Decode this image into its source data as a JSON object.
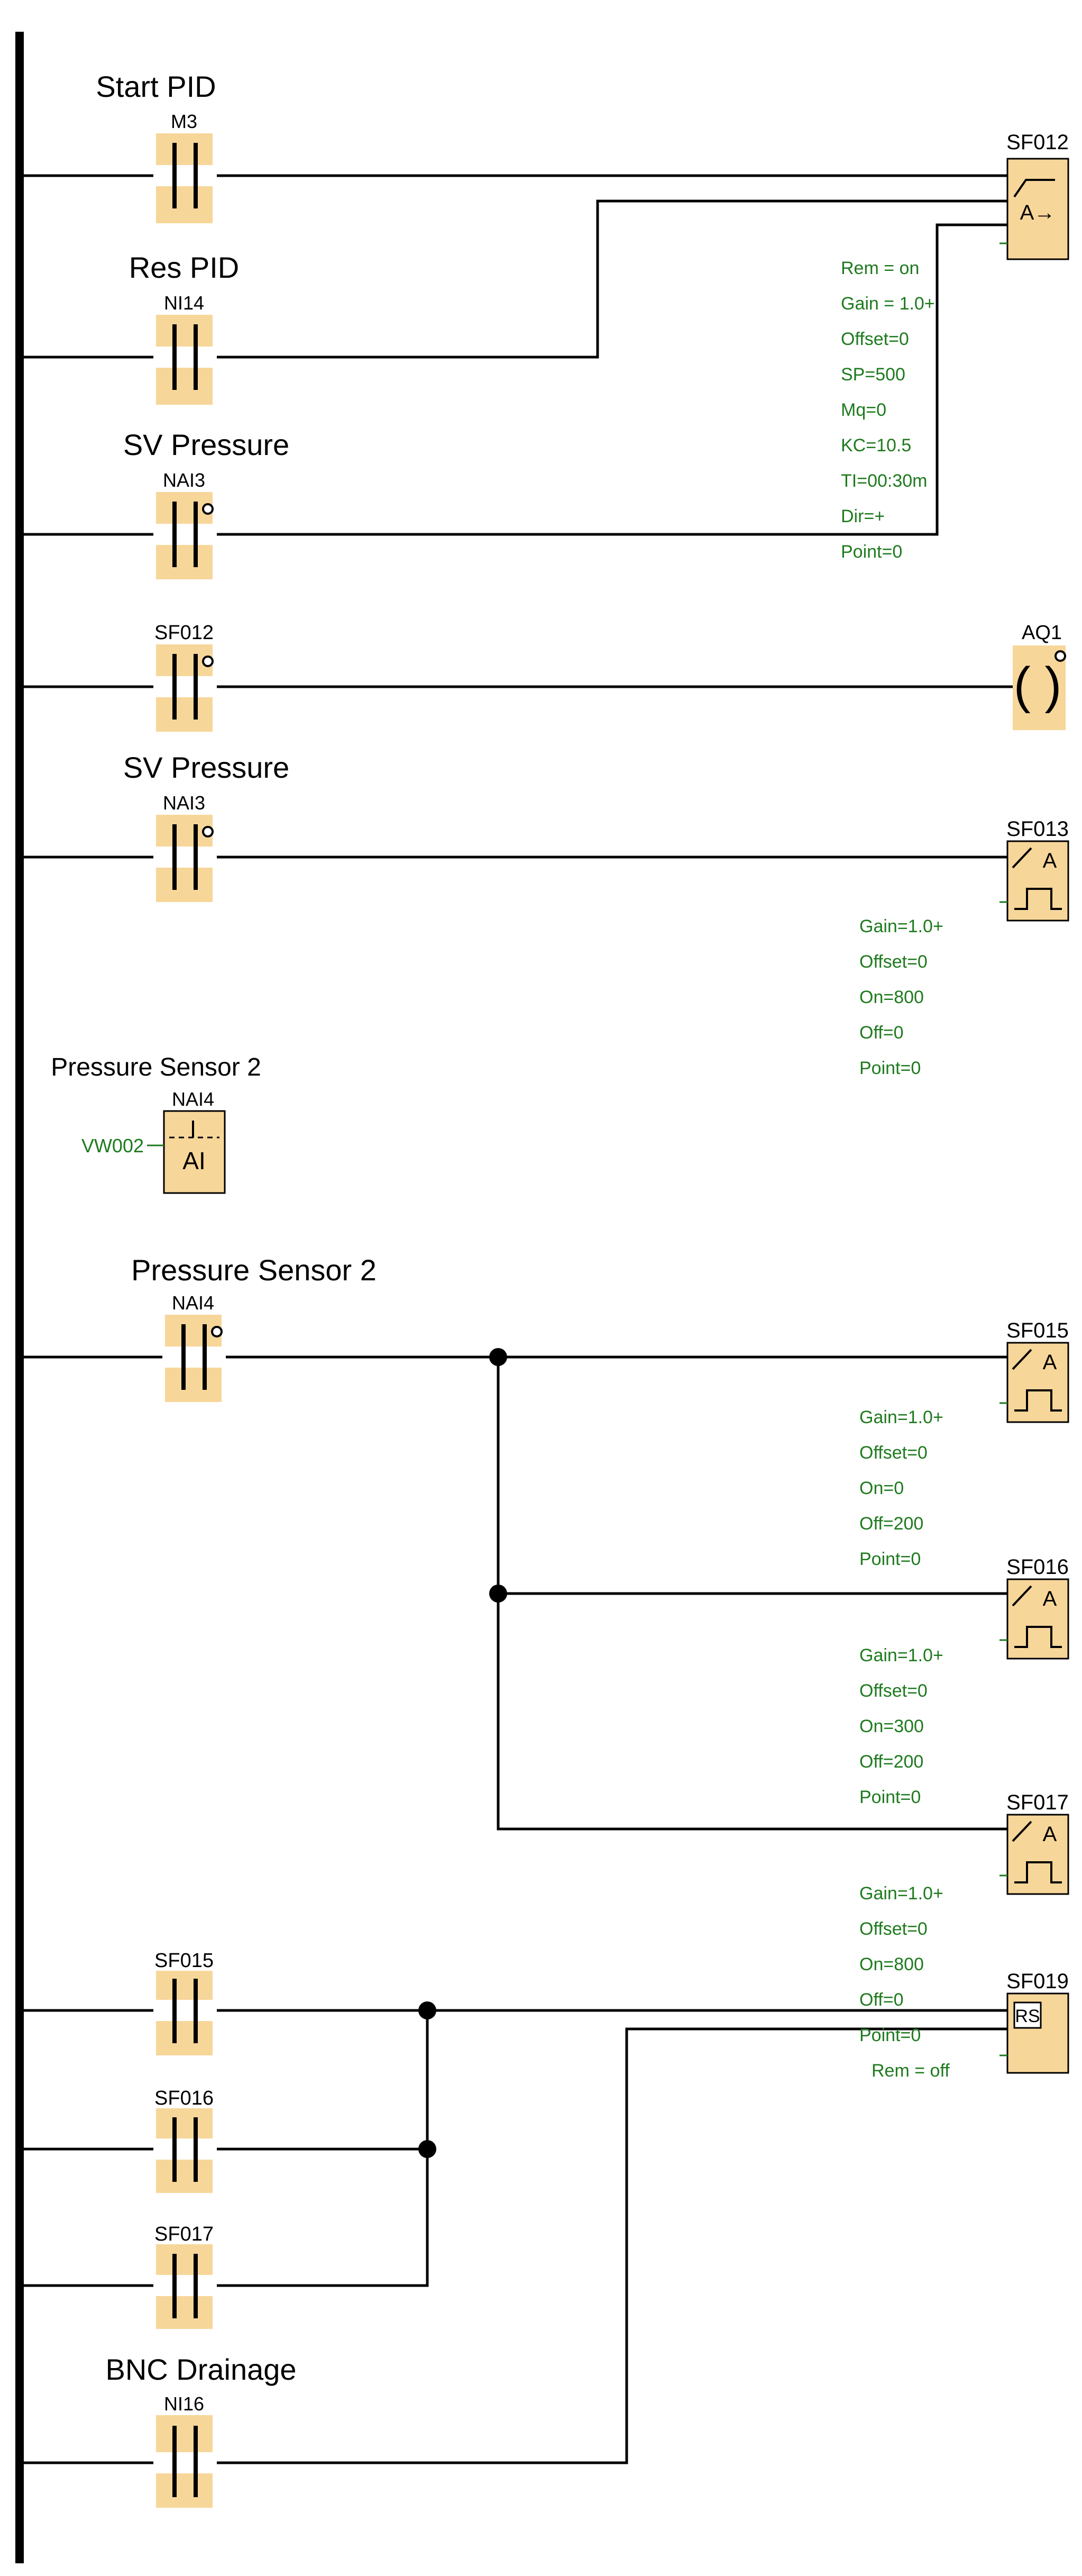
{
  "contacts": {
    "start_pid": {
      "title": "Start PID",
      "address": "M3"
    },
    "res_pid": {
      "title": "Res PID",
      "address": "NI14"
    },
    "sv_pressure_1": {
      "title": "SV Pressure",
      "address": "NAI3"
    },
    "sf012": {
      "title": "",
      "address": "SF012"
    },
    "sv_pressure_2": {
      "title": "SV Pressure",
      "address": "NAI3"
    },
    "pressure_sensor_2": {
      "title": "Pressure Sensor 2",
      "address": "NAI4"
    },
    "sf015": {
      "title": "",
      "address": "SF015"
    },
    "sf016": {
      "title": "",
      "address": "SF016"
    },
    "sf017": {
      "title": "",
      "address": "SF017"
    },
    "bnc_drainage": {
      "title": "BNC Drainage",
      "address": "NI16"
    }
  },
  "analog_input": {
    "title": "Pressure Sensor 2",
    "address": "NAI4",
    "symbol": "AI",
    "input_tag": "VW002"
  },
  "coil": {
    "address": "AQ1",
    "symbol": "( )"
  },
  "blocks": {
    "sf012": {
      "label": "SF012",
      "symbol": "A→",
      "params": [
        "Rem = on",
        "Gain = 1.0+",
        "Offset=0",
        "SP=500",
        "Mq=0",
        "KC=10.5",
        "TI=00:30m",
        "Dir=+",
        "Point=0"
      ]
    },
    "sf013": {
      "label": "SF013",
      "symbol": "A",
      "params": [
        "Gain=1.0+",
        "Offset=0",
        "On=800",
        "Off=0",
        "Point=0"
      ]
    },
    "sf015": {
      "label": "SF015",
      "symbol": "A",
      "params": [
        "Gain=1.0+",
        "Offset=0",
        "On=0",
        "Off=200",
        "Point=0"
      ]
    },
    "sf016": {
      "label": "SF016",
      "symbol": "A",
      "params": [
        "Gain=1.0+",
        "Offset=0",
        "On=300",
        "Off=200",
        "Point=0"
      ]
    },
    "sf017": {
      "label": "SF017",
      "symbol": "A",
      "params": [
        "Gain=1.0+",
        "Offset=0",
        "On=800",
        "Off=0",
        "Point=0"
      ]
    },
    "sf019": {
      "label": "SF019",
      "symbol": "RS",
      "params": [
        "Rem = off"
      ]
    }
  }
}
